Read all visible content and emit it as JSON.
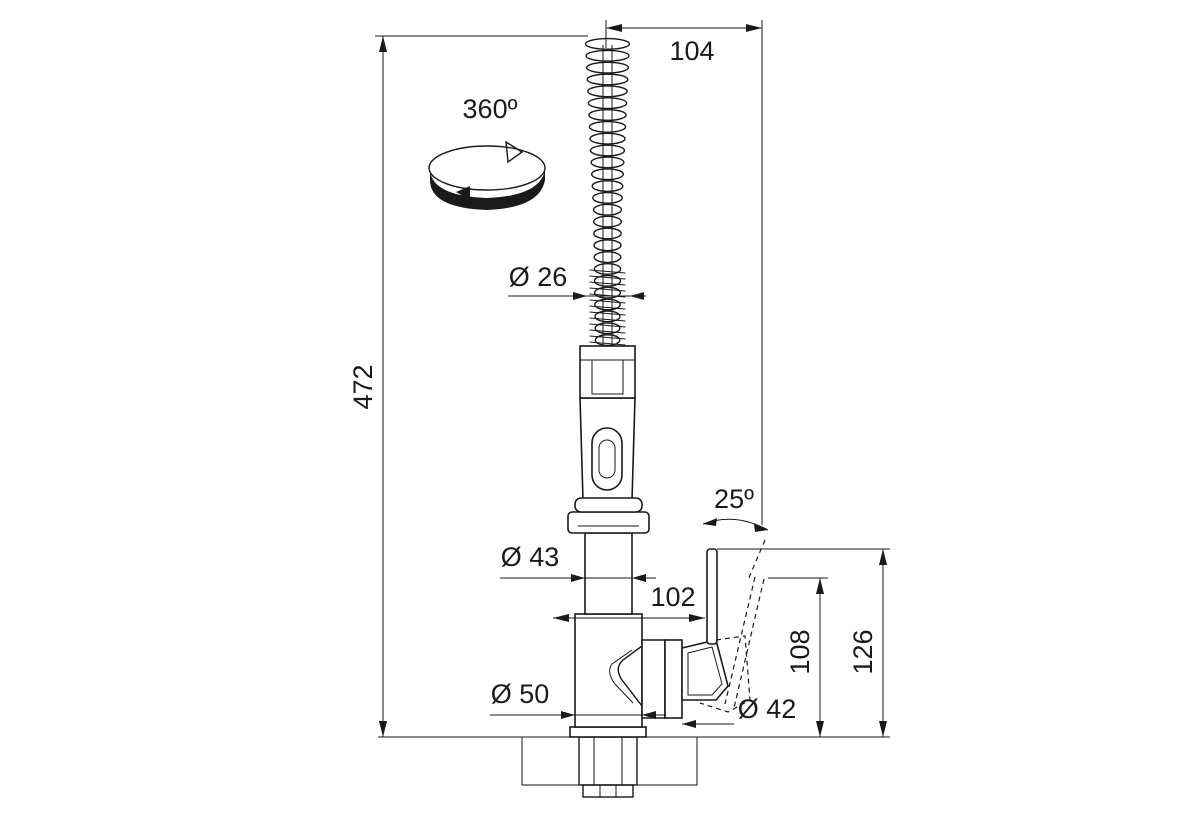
{
  "dimensions": {
    "total_height": "472",
    "spout_reach": "104",
    "rotation": "360º",
    "spring_diameter": "Ø 26",
    "column_diameter": "Ø 43",
    "lever_reach": "102",
    "lever_angle": "25º",
    "base_diameter": "Ø 50",
    "lever_height_108": "108",
    "lever_height_126": "126",
    "hub_diameter": "Ø 42"
  }
}
